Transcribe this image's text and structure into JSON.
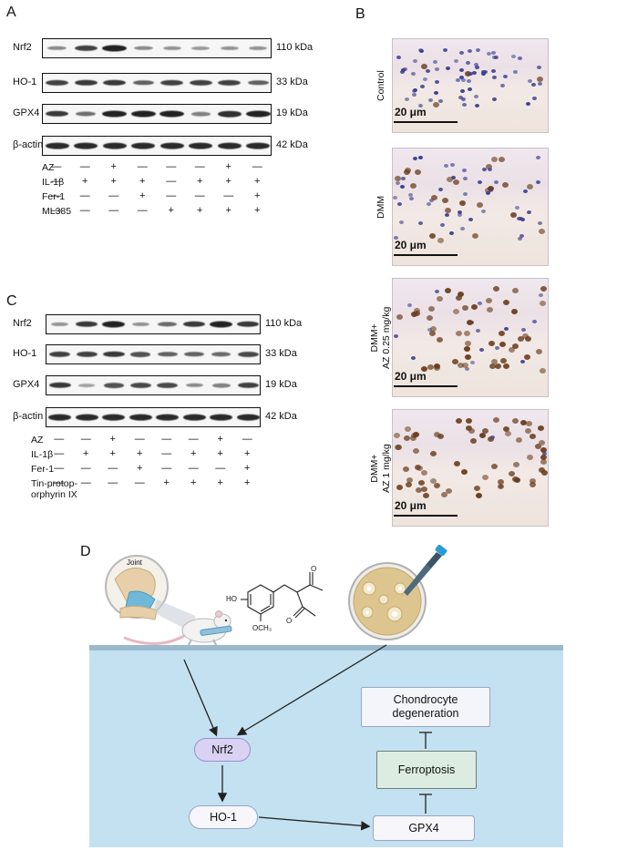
{
  "panels": {
    "a": "A",
    "b": "B",
    "c": "C",
    "d": "D"
  },
  "panel_a": {
    "proteins": [
      {
        "name": "Nrf2",
        "kda": "110 kDa",
        "bands": [
          0.35,
          0.8,
          1.0,
          0.35,
          0.3,
          0.25,
          0.3,
          0.3
        ]
      },
      {
        "name": "HO-1",
        "kda": "33 kDa",
        "bands": [
          0.8,
          0.85,
          0.85,
          0.6,
          0.8,
          0.8,
          0.8,
          0.6
        ]
      },
      {
        "name": "GPX4",
        "kda": "19 kDa",
        "bands": [
          0.85,
          0.5,
          1.0,
          1.0,
          1.0,
          0.4,
          0.9,
          1.0
        ]
      },
      {
        "name": "β-actin",
        "kda": "42 kDa",
        "bands": [
          0.95,
          0.95,
          0.95,
          0.95,
          0.95,
          0.95,
          0.95,
          0.95
        ]
      }
    ],
    "conditions": [
      {
        "label": "AZ",
        "signs": [
          "—",
          "—",
          "+",
          "—",
          "—",
          "—",
          "+",
          "—"
        ]
      },
      {
        "label": "IL-1β",
        "signs": [
          "—",
          "+",
          "+",
          "+",
          "—",
          "+",
          "+",
          "+"
        ]
      },
      {
        "label": "Fer-1",
        "signs": [
          "—",
          "—",
          "—",
          "+",
          "—",
          "—",
          "—",
          "+"
        ]
      },
      {
        "label": "ML385",
        "signs": [
          "—",
          "—",
          "—",
          "—",
          "+",
          "+",
          "+",
          "+"
        ]
      }
    ]
  },
  "panel_c": {
    "proteins": [
      {
        "name": "Nrf2",
        "kda": "110 kDa",
        "bands": [
          0.3,
          0.85,
          1.0,
          0.3,
          0.55,
          0.85,
          1.0,
          0.85
        ]
      },
      {
        "name": "HO-1",
        "kda": "33 kDa",
        "bands": [
          0.8,
          0.8,
          0.85,
          0.7,
          0.6,
          0.6,
          0.55,
          0.75
        ]
      },
      {
        "name": "GPX4",
        "kda": "19 kDa",
        "bands": [
          0.85,
          0.2,
          0.7,
          0.75,
          0.75,
          0.35,
          0.4,
          0.8
        ]
      },
      {
        "name": "β-actin",
        "kda": "42 kDa",
        "bands": [
          0.95,
          0.95,
          0.95,
          0.95,
          0.95,
          0.95,
          0.95,
          0.95
        ]
      }
    ],
    "conditions": [
      {
        "label": "AZ",
        "signs": [
          "—",
          "—",
          "+",
          "—",
          "—",
          "—",
          "+",
          "—"
        ]
      },
      {
        "label": "IL-1β",
        "signs": [
          "—",
          "+",
          "+",
          "+",
          "—",
          "+",
          "+",
          "+"
        ]
      },
      {
        "label": "Fer-1",
        "signs": [
          "—",
          "—",
          "—",
          "+",
          "—",
          "—",
          "—",
          "+"
        ]
      },
      {
        "label": "Tin-protop-\norphyrin IX",
        "signs": [
          "—",
          "—",
          "—",
          "—",
          "+",
          "+",
          "+",
          "+"
        ]
      }
    ]
  },
  "panel_b": {
    "groups": [
      {
        "label": "Control",
        "scale": "20 μm",
        "stain": 0.05
      },
      {
        "label": "DMM",
        "scale": "20 μm",
        "stain": 0.3
      },
      {
        "label": "DMM+\nAZ 0.25 mg/kg",
        "scale": "20 μm",
        "stain": 0.75
      },
      {
        "label": "DMM+\nAZ 1 mg/kg",
        "scale": "20 μm",
        "stain": 0.95
      }
    ]
  },
  "panel_d": {
    "joint_label": "Joint",
    "chem": {
      "oh": "HO",
      "och3": "OCH₃"
    },
    "nodes": {
      "nrf2": "Nrf2",
      "ho1": "HO-1",
      "gpx4": "GPX4",
      "ferroptosis": "Ferroptosis",
      "degeneration_line1": "Chondrocyte",
      "degeneration_line2": "degeneration"
    }
  },
  "colors": {
    "nrf2_node": "#d9d2f2",
    "ferro_node": "#dcece0",
    "membrane": "#c3e1f1",
    "stain_brown": "#6b3f1f",
    "hema_blue": "#3b3f8f"
  }
}
